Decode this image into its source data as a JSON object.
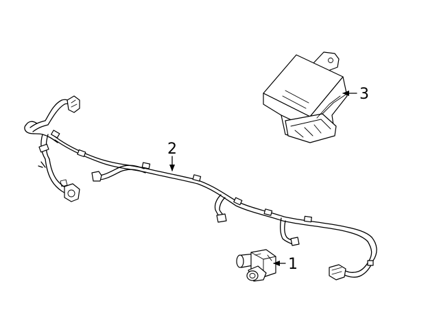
{
  "callouts": [
    {
      "number": "1",
      "part": "sensor"
    },
    {
      "number": "2",
      "part": "harness"
    },
    {
      "number": "3",
      "part": "module"
    }
  ]
}
